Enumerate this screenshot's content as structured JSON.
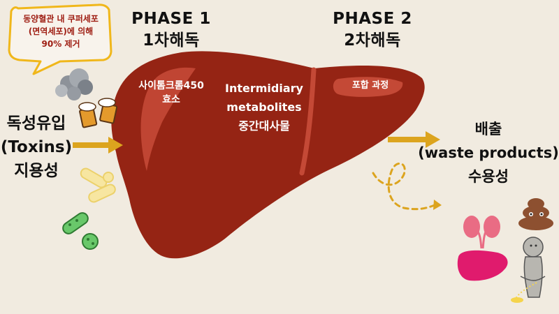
{
  "bubble": {
    "line1": "동양혈관 내 쿠퍼세포",
    "line2": "(면역세포)에 의해",
    "line3": "90% 제거"
  },
  "phase1": {
    "title": "PHASE 1",
    "subtitle": "1차해독"
  },
  "phase2": {
    "title": "PHASE 2",
    "subtitle": "2차해독"
  },
  "liver": {
    "enzyme_line1": "사이톰크롬450",
    "enzyme_line2": "효소",
    "intermediate_line1": "Intermidiary",
    "intermediate_line2": "metabolites",
    "intermediate_line3": "중간대사물",
    "conjugation": "포합 과정"
  },
  "input": {
    "line1": "독성유입",
    "line2": "(Toxins)",
    "line3": "지용성"
  },
  "output": {
    "line1": "배출",
    "line2": "(waste products)",
    "line3": "수용성"
  },
  "colors": {
    "background": "#f1ebe0",
    "liver": "#952414",
    "liver_highlight": "#c44936",
    "arrow": "#dca41e",
    "bubble_border": "#f0b71b",
    "bubble_text": "#9e1d12"
  },
  "icons": [
    "smog-icon",
    "beer-mugs-icon",
    "pills-icon",
    "bacteria-icon",
    "kidneys-icon",
    "bladder-icon",
    "poop-icon",
    "person-icon"
  ]
}
